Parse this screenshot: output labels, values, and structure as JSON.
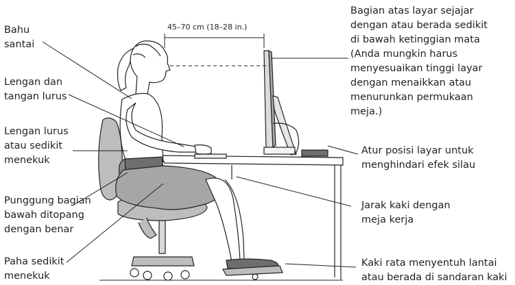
{
  "diagram": {
    "distance_label": "45–70 cm (18–28 in.)",
    "labels": {
      "shoulders": [
        "Bahu",
        "santai"
      ],
      "forearms": [
        "Lengan dan",
        "tangan lurus"
      ],
      "arms": [
        "Lengan lurus",
        "atau sedikit",
        "menekuk"
      ],
      "lower_back": [
        "Punggung bagian",
        "bawah ditopang",
        "dengan benar"
      ],
      "thighs": [
        "Paha sedikit",
        "menekuk"
      ],
      "screen_top": [
        "Bagian atas layar sejajar",
        "dengan atau berada sedikit",
        "di bawah ketinggian mata",
        "(Anda mungkin harus",
        "menyesuaikan tinggi layar",
        "dengan menaikkan atau",
        "menurunkan permukaan",
        "meja.)"
      ],
      "glare": [
        "Atur posisi layar untuk",
        "menghindari efek silau"
      ],
      "clearance": [
        "Jarak kaki dengan",
        "meja kerja"
      ],
      "feet": [
        "Kaki rata menyentuh lantai",
        "atau berada di sandaran kaki"
      ]
    }
  },
  "colors": {
    "line": "#231f20",
    "skin": "#ffffff",
    "chair": "#bdbdbd",
    "chair_dark": "#8c8c8c",
    "skirt": "#a6a6a6",
    "belt": "#6e6e6e"
  }
}
